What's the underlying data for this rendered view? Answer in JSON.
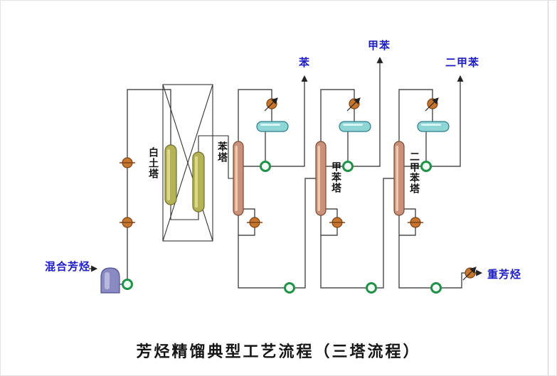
{
  "diagram": {
    "title": "芳烃精馏典型工艺流程（三塔流程）",
    "stream_labels": {
      "feed": "混合芳烃",
      "benzene": "苯",
      "toluene": "甲苯",
      "xylene": "二甲苯",
      "heavy_aromatics": "重芳烃"
    },
    "equipment_labels": {
      "clay_tower": "白土塔",
      "benzene_tower": "苯塔",
      "toluene_tower": "甲苯塔",
      "xylene_tower": "二甲苯塔"
    },
    "colors": {
      "stream_label_text": "#1b1bc4",
      "title_text": "#151515",
      "pipe_line": "#2b2b2b",
      "pump_green": "#1f9148",
      "valve_orange": "#c8762e",
      "column_fill": "#c9917a",
      "condenser_fill": "#8ed6d6",
      "clay_vessel_fill": "#b4b254",
      "feed_hopper_fill": "#8a8ac2"
    }
  }
}
